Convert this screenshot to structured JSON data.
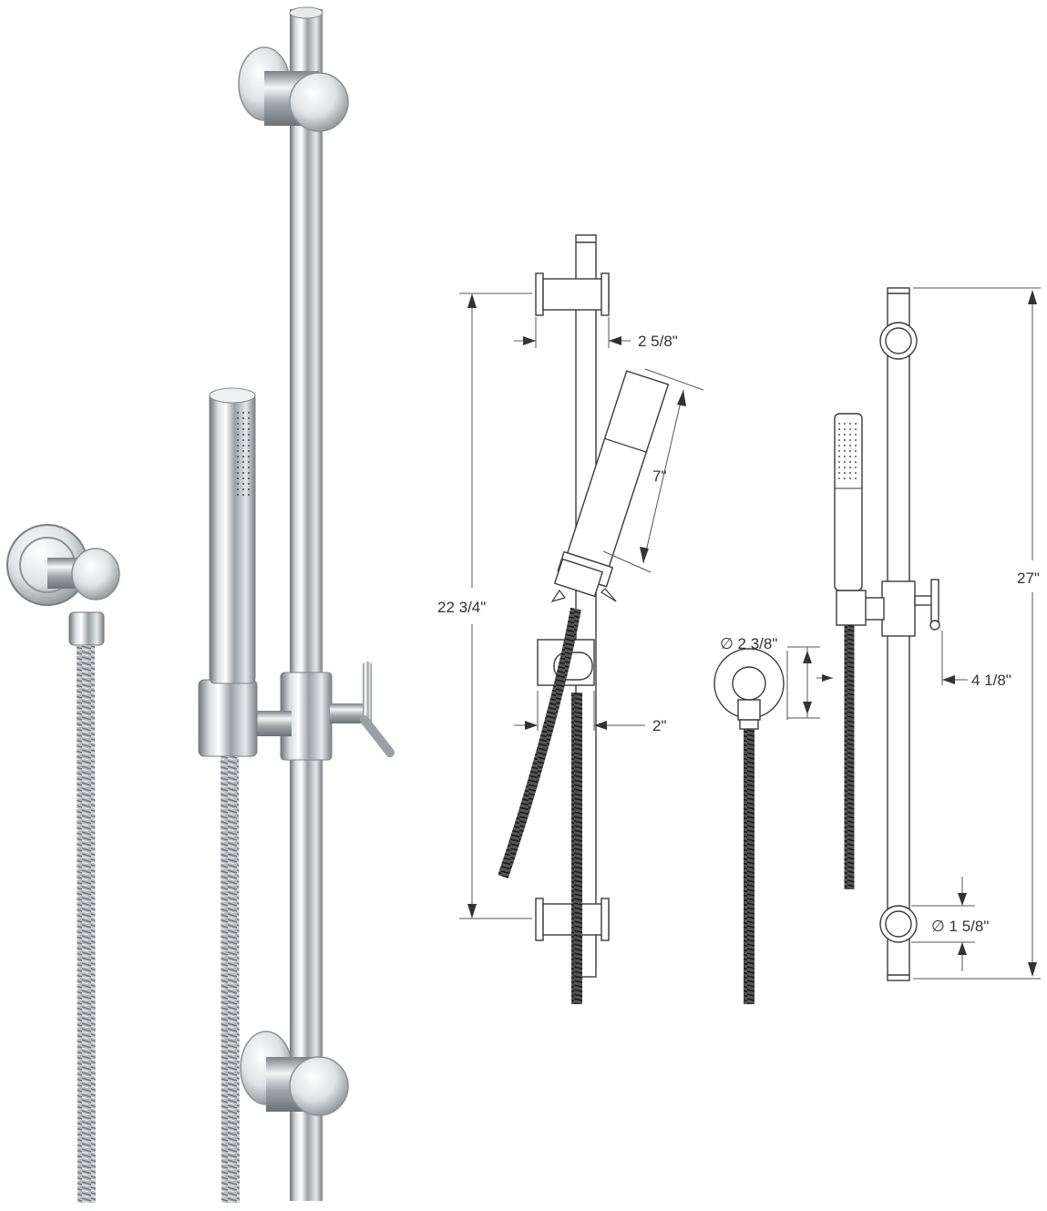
{
  "dimensions": {
    "mount_offset": "2 5/8\"",
    "handshower_length": "7\"",
    "bracket_spacing": "22 3/4\"",
    "slide_offset": "2\"",
    "outlet_diameter": "∅ 2 3/8\"",
    "holder_projection": "4 1/8\"",
    "total_height": "27\"",
    "bar_diameter": "∅ 1 5/8\""
  }
}
